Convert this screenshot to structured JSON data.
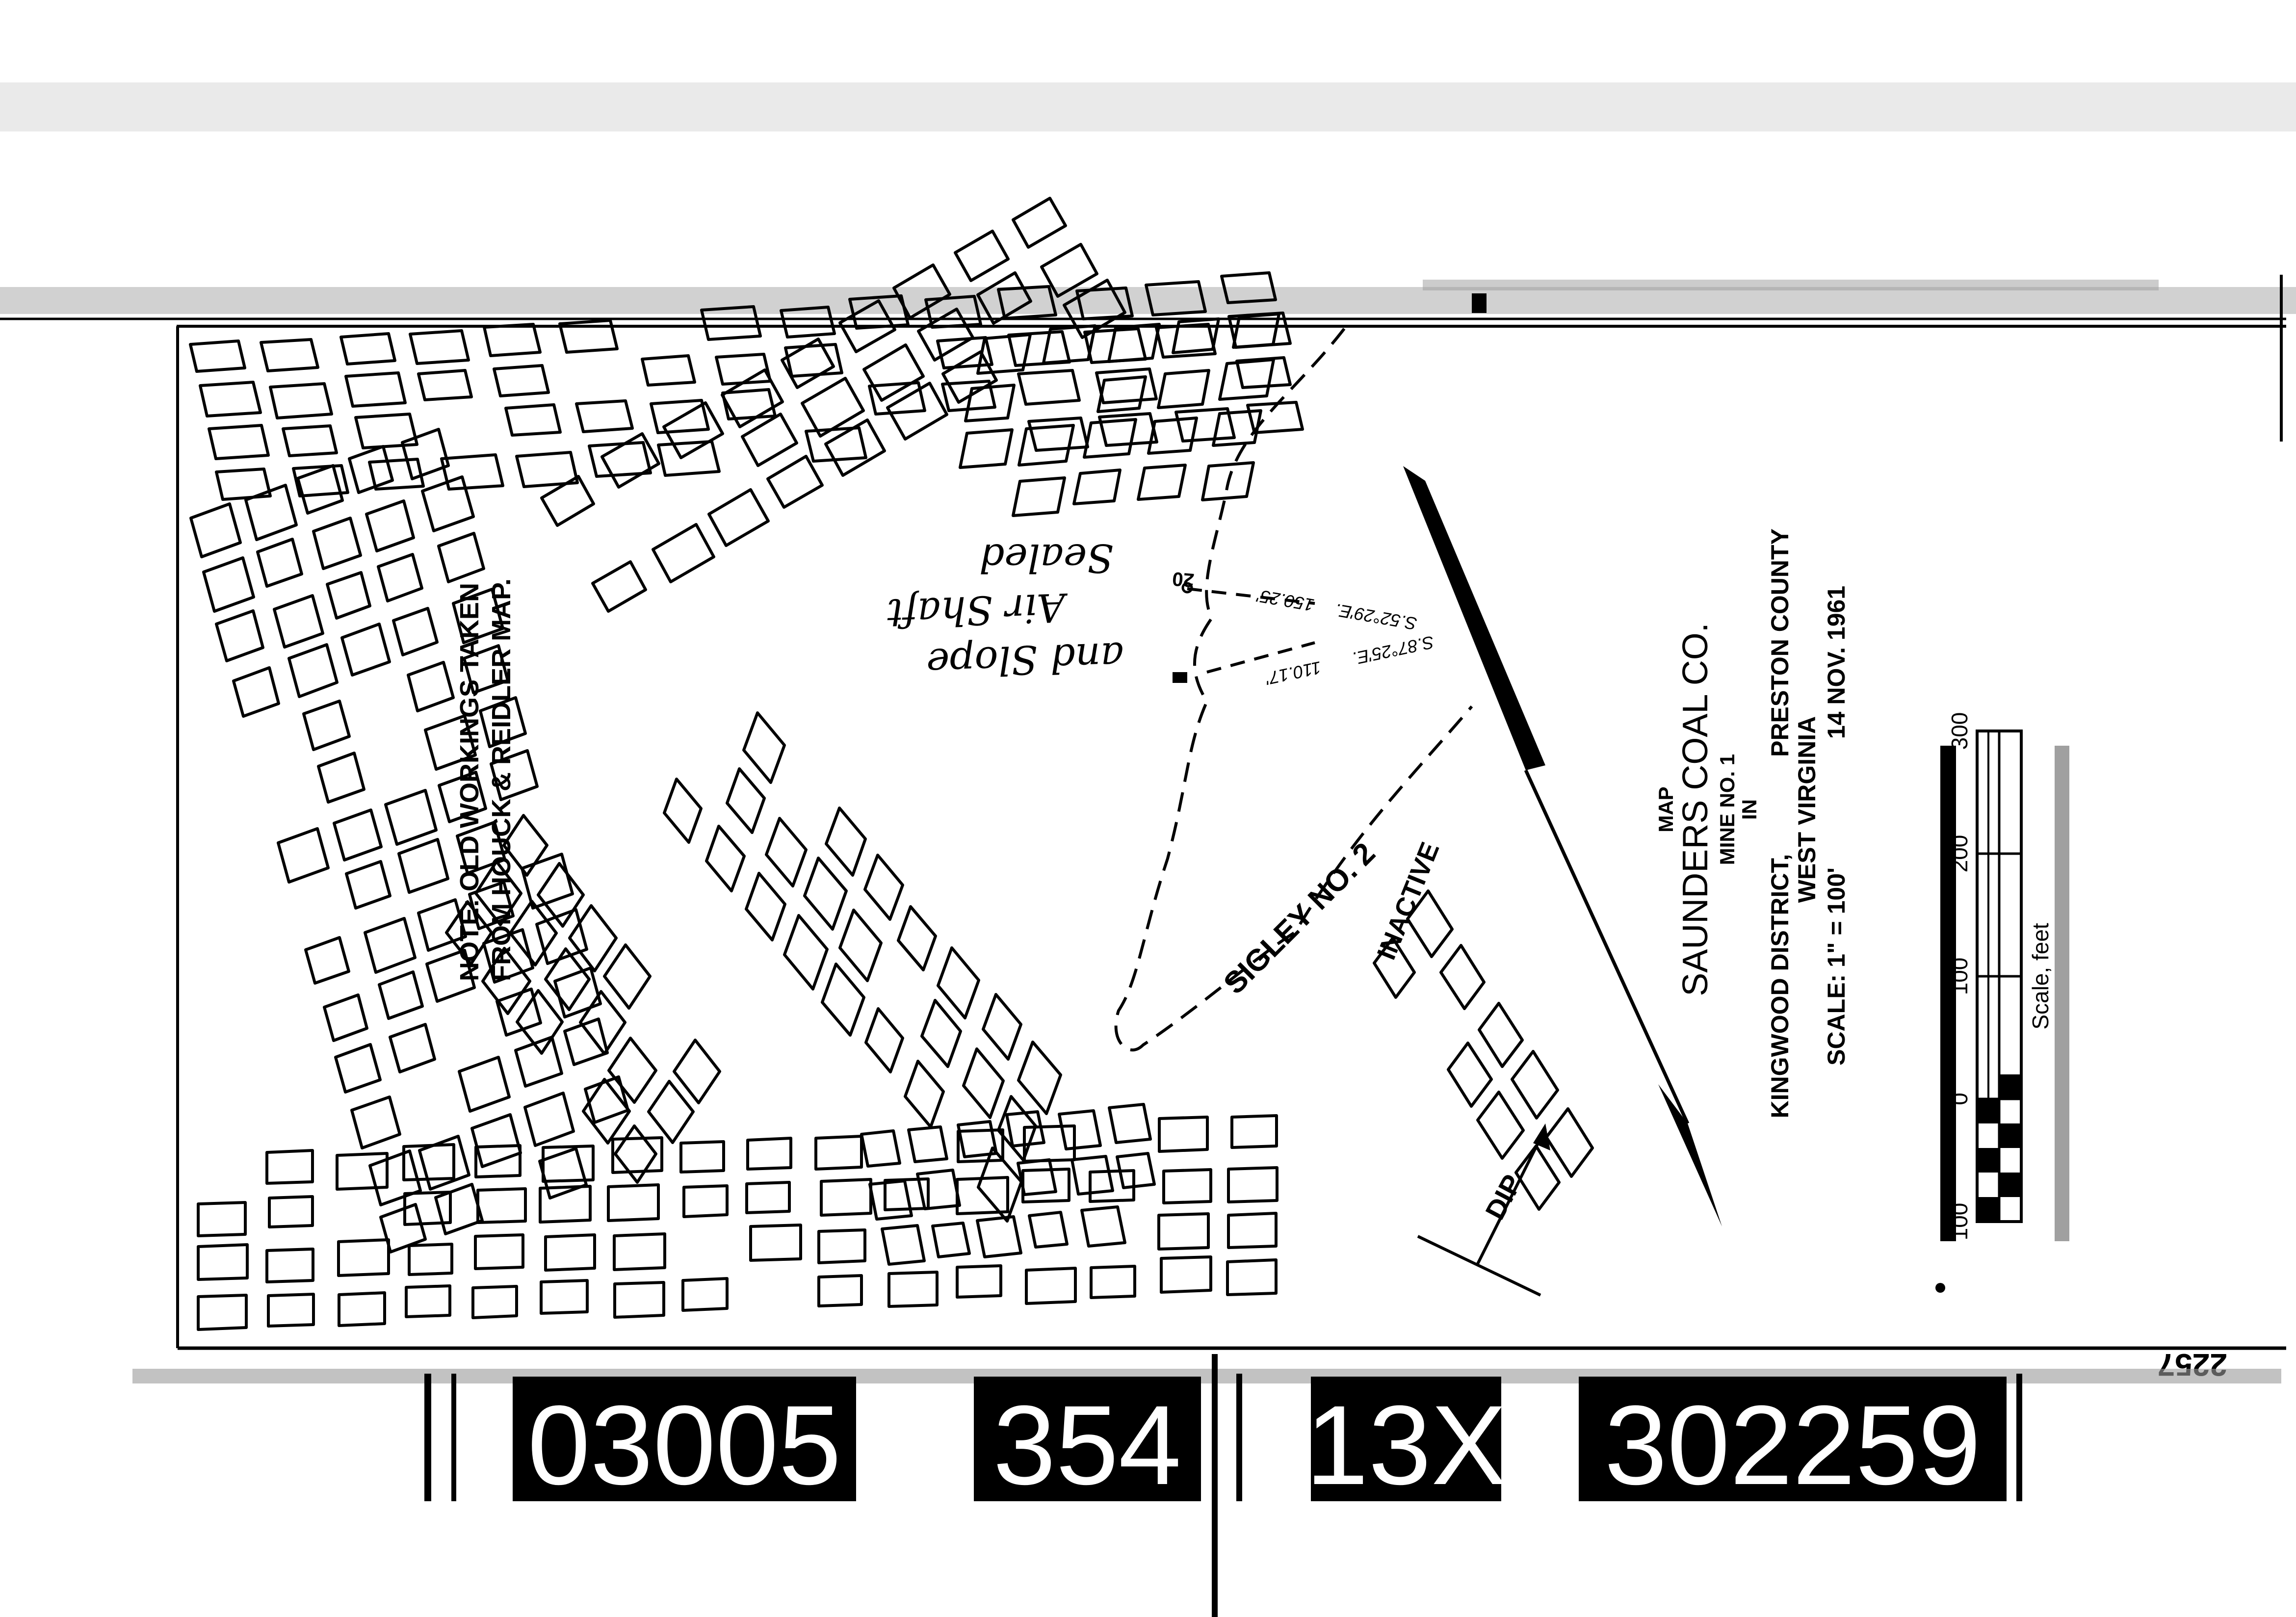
{
  "note": {
    "line1": "NOTE: OLD WORKINGS TAKEN",
    "line2": "FROM HOUCK & REIDLER MAP."
  },
  "title_block": {
    "line1": "MAP",
    "line2": "SAUNDERS COAL CO.",
    "line3": "MINE NO. 1",
    "line4": "IN",
    "district": "KINGWOOD DISTRICT,",
    "county": "PRESTON COUNTY",
    "state": "WEST VIRGINIA",
    "scale": "SCALE: 1\" = 100'",
    "date": "14 NOV. 1961"
  },
  "map_labels": {
    "mine_name": "SIGLEY NO. 2",
    "status": "INACTIVE",
    "dip": "DIP",
    "station": "20",
    "bearing1": "S.52°29'E.",
    "distance1": "150.25'",
    "bearing2": "S.87°25'E.",
    "distance2": "110.17'"
  },
  "handwritten": [
    "Sealed",
    "Air Shaft",
    "and Slope"
  ],
  "scale_bar": {
    "ticks": [
      "100",
      "0",
      "100",
      "200",
      "300"
    ],
    "label": "Scale, feet"
  },
  "film_ids": [
    "03005",
    "354",
    "13X",
    "302259"
  ],
  "sheet_number": "2257"
}
